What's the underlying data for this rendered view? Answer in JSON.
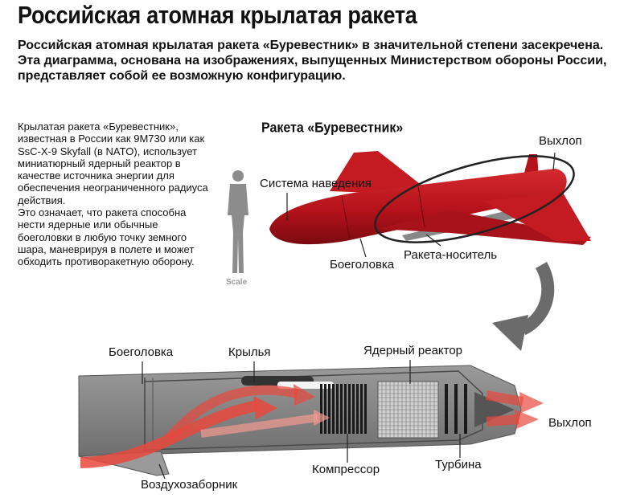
{
  "header": {
    "title": "Российская атомная крылатая ракета",
    "subtitle": "Российская атомная крылатая ракета «Буревестник» в значительной степени засекречена. Эта диаграмма, основана на изображениях, выпущенных Министерством обороны России, представляет собой ее возможную конфигурацию."
  },
  "description": {
    "paragraph1": "Крылатая ракета «Буревестник», известная в России как 9М730 или как SsC-X-9 Skyfall (в NATO), использует миниатюрный ядерный реактор в качестве источника энергии для обеспечения неограниченного радиуса действия.",
    "paragraph2": "Это означает, что ракета способна нести ядерные или обычные боеголовки в любую точку земного шара, маневрируя в полете и может обходить противоракетную оборону."
  },
  "exterior_view": {
    "heading": "Ракета «Буревестник»",
    "scale_label": "Scale",
    "labels": {
      "exhaust": "Выхлоп",
      "guidance": "Система наведения",
      "warhead": "Боеголовка",
      "booster": "Ракета-носитель"
    }
  },
  "cutaway_view": {
    "labels": {
      "warhead": "Боеголовка",
      "wings": "Крылья",
      "reactor": "Ядерный реактор",
      "exhaust": "Выхлоп",
      "compressor": "Компрессор",
      "turbine": "Турбина",
      "air_intake": "Воздухозаборник"
    }
  },
  "colors": {
    "missile_red": "#b5121b",
    "missile_dark": "#7a0a10",
    "body_gray": "#8a8a8a",
    "airflow": "#e8483c",
    "pointer_arrow": "#6b6b6b"
  }
}
